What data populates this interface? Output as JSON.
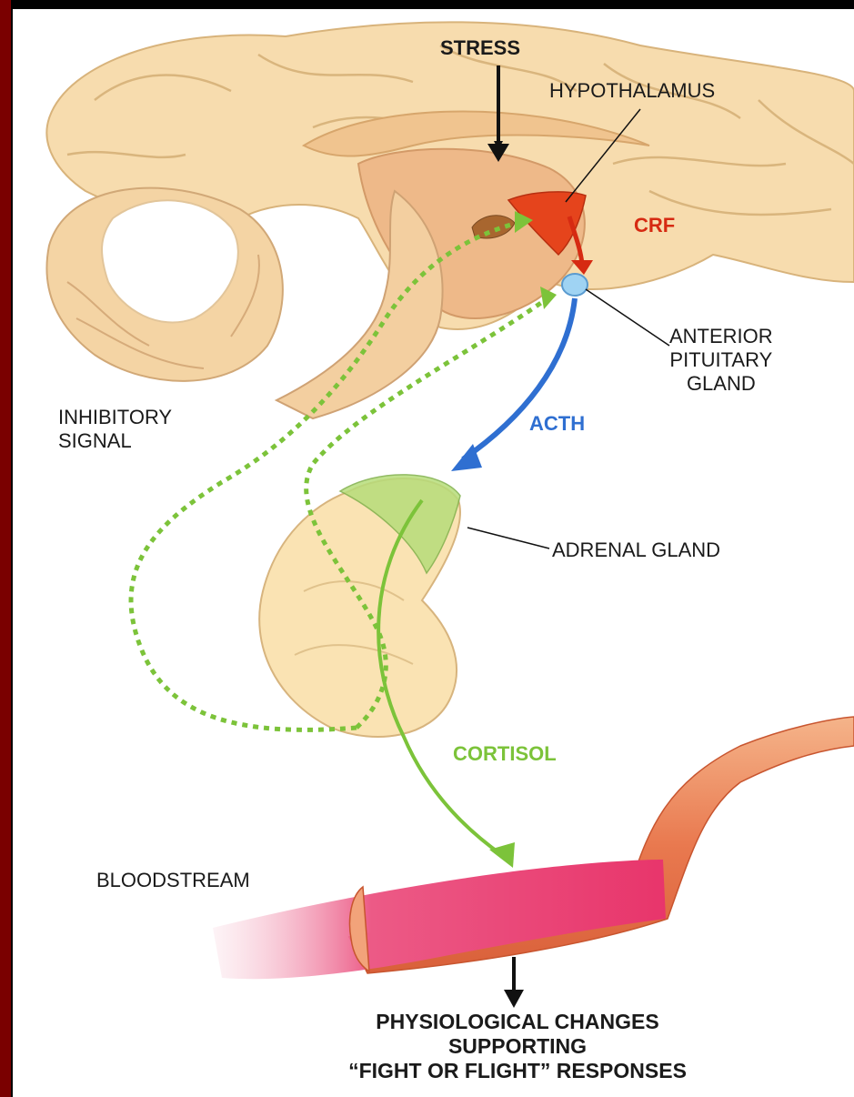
{
  "labels": {
    "stress": "STRESS",
    "hypothalamus": "HYPOTHALAMUS",
    "crf": "CRF",
    "anterior_pituitary": "ANTERIOR\nPITUITARY\nGLAND",
    "inhibitory_signal": "INHIBITORY\nSIGNAL",
    "acth": "ACTH",
    "adrenal_gland": "ADRENAL GLAND",
    "cortisol": "CORTISOL",
    "bloodstream": "BLOODSTREAM",
    "physiological_changes": "PHYSIOLOGICAL CHANGES\nSUPPORTING\n“FIGHT OR FLIGHT” RESPONSES"
  },
  "colors": {
    "crf": "#d62a12",
    "acth": "#2f6fd1",
    "cortisol": "#7cc33a",
    "inhibitory": "#7cc33a",
    "brain": "#f7dcae",
    "adrenal": "#fae3b3",
    "blood": "#e8356b"
  }
}
